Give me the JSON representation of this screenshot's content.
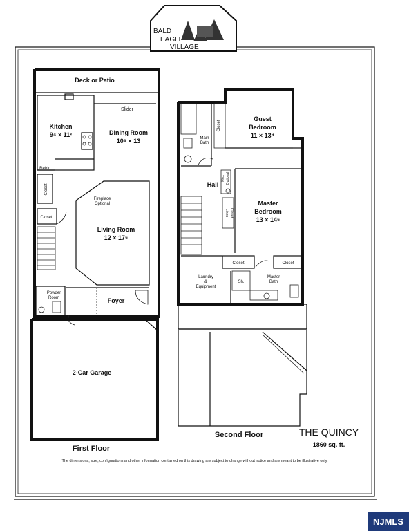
{
  "logo": {
    "line1": "BALD",
    "line2": "EAGLE",
    "line3": "VILLAGE"
  },
  "first_floor": {
    "title": "First Floor",
    "rooms": {
      "deck": "Deck or Patio",
      "kitchen": "Kitchen",
      "kitchen_dim": "9⁴ × 11²",
      "dining": "Dining Room",
      "dining_dim": "10⁶ × 13",
      "slider": "Slider",
      "refrig": "Refrig.",
      "closet1": "Closet",
      "closet2": "Closet",
      "fireplace1": "Fireplace",
      "fireplace2": "Optional",
      "living": "Living Room",
      "living_dim": "12 × 17⁶",
      "powder1": "Powder",
      "powder2": "Room",
      "foyer": "Foyer",
      "garage": "2-Car Garage"
    }
  },
  "second_floor": {
    "title": "Second Floor",
    "rooms": {
      "main_bath1": "Main",
      "main_bath2": "Bath",
      "closet_guest": "Closet",
      "guest1": "Guest",
      "guest2": "Bedroom",
      "guest_dim": "11 × 13⁴",
      "hall": "Hall",
      "flex1": "Flex",
      "flex2": "Optional",
      "linen1": "Linen",
      "linen2": "Closet",
      "master1": "Master",
      "master2": "Bedroom",
      "master_dim": "13 × 14⁶",
      "closet_a": "Closet",
      "closet_b": "Closet",
      "laundry1": "Laundry",
      "laundry2": "&",
      "laundry3": "Equipment",
      "shower": "Sh.",
      "master_bath1": "Master",
      "master_bath2": "Bath"
    }
  },
  "model": {
    "name": "THE QUINCY",
    "area": "1860 sq. ft."
  },
  "disclaimer": "The dimensions, size, configurations and other information contained on this drawing are subject to change without notice and are meant to be illustrative only.",
  "watermark": "NJMLS"
}
